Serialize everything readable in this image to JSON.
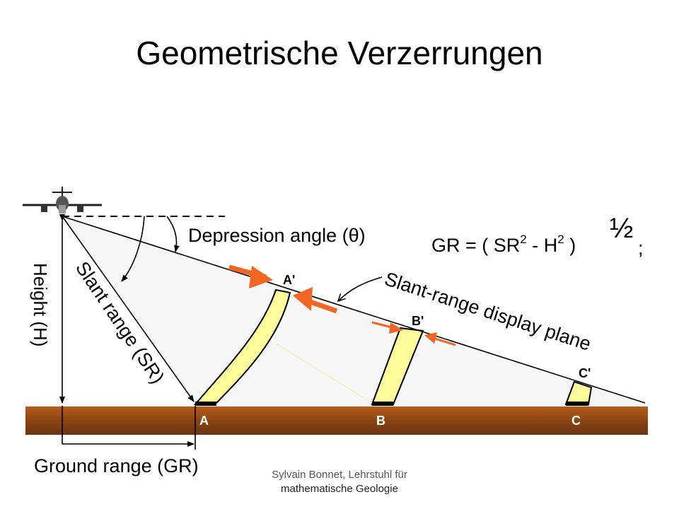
{
  "title": "Geometrische Verzerrungen",
  "footer": {
    "line1": "Sylvain Bonnet, Lehrstuhl für",
    "line2": "mathematische Geologie"
  },
  "diagram": {
    "depression_angle_label": "Depression angle (θ)",
    "formula": {
      "prefix": "GR = ( SR",
      "exp1": "2",
      "middle": " - H",
      "exp2": "2",
      "suffix": " )",
      "power": "½",
      "end": ";"
    },
    "slant_range_label": "Slant range (SR)",
    "height_label": "Height (H)",
    "ground_range_label": "Ground range (GR)",
    "display_plane_label": "Slant-range display plane",
    "ground_points": [
      "A",
      "B",
      "C"
    ],
    "display_points": [
      "A'",
      "B'",
      "C'"
    ],
    "colors": {
      "ground": "#8b4513",
      "ground_dark": "#5e2c08",
      "band": "#fdfb9a",
      "arrow_orange": "#f26522"
    },
    "icons": [
      "airplane-icon"
    ]
  }
}
